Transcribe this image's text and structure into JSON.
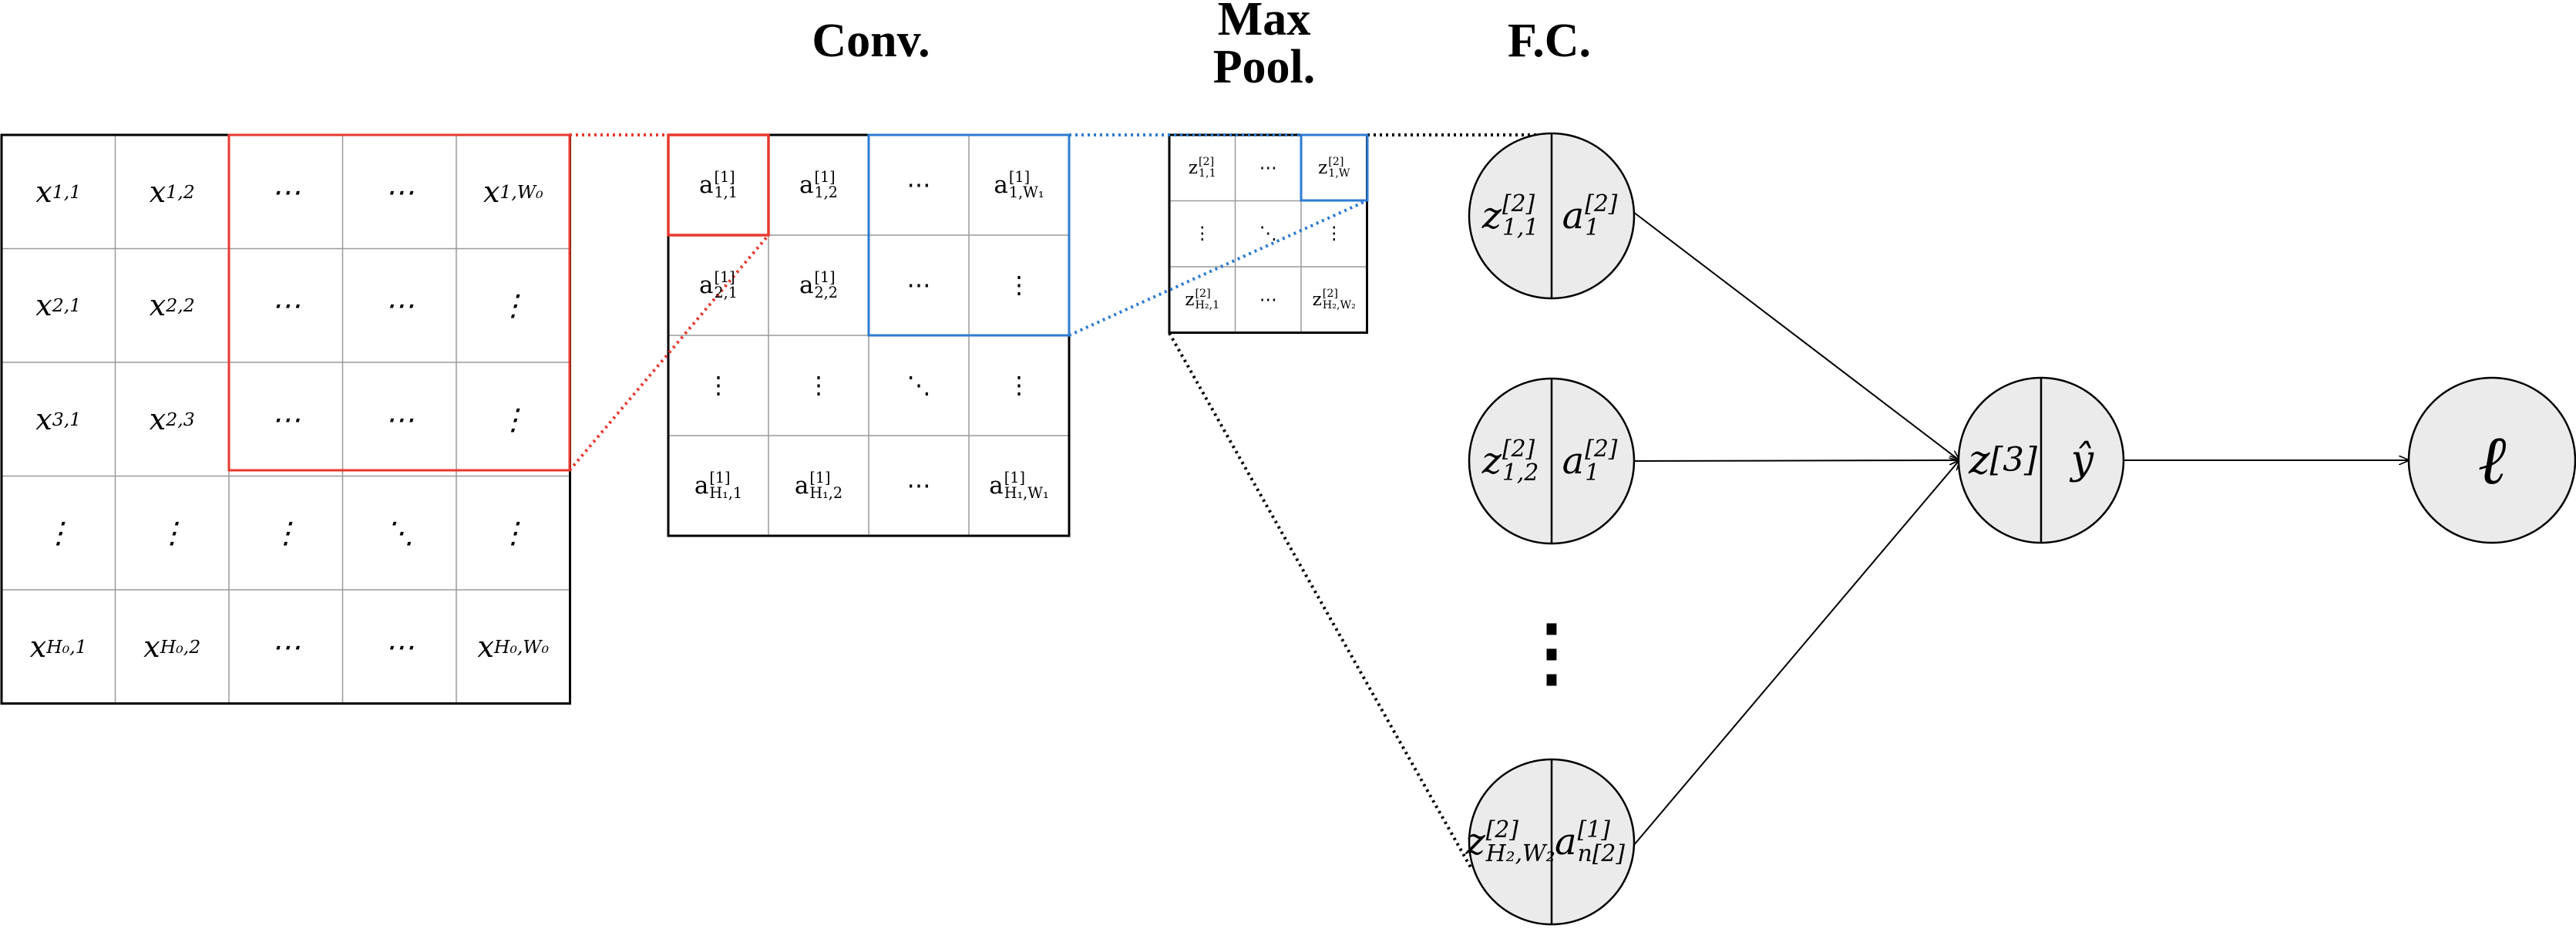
{
  "headers": {
    "conv": "Conv.",
    "maxpool": "Max\nPool.",
    "fc": "F.C."
  },
  "colors": {
    "red_window": "#e8392e",
    "blue_window": "#2e7bd1",
    "node_fill": "#ebebeb",
    "grid_line": "#9a9a9a"
  },
  "input_grid": {
    "rows": [
      [
        {
          "b": "x",
          "s": "1,1"
        },
        {
          "b": "x",
          "s": "1,2"
        },
        {
          "b": "⋯"
        },
        {
          "b": "⋯"
        },
        {
          "b": "x",
          "s": "1,W₀"
        }
      ],
      [
        {
          "b": "x",
          "s": "2,1"
        },
        {
          "b": "x",
          "s": "2,2"
        },
        {
          "b": "⋯"
        },
        {
          "b": "⋯"
        },
        {
          "b": "⋮"
        }
      ],
      [
        {
          "b": "x",
          "s": "3,1"
        },
        {
          "b": "x",
          "s": "2,3"
        },
        {
          "b": "⋯"
        },
        {
          "b": "⋯"
        },
        {
          "b": "⋮"
        }
      ],
      [
        {
          "b": "⋮"
        },
        {
          "b": "⋮"
        },
        {
          "b": "⋮"
        },
        {
          "b": "⋱"
        },
        {
          "b": "⋮"
        }
      ],
      [
        {
          "b": "x",
          "s": "H₀,1"
        },
        {
          "b": "x",
          "s": "H₀,2"
        },
        {
          "b": "⋯"
        },
        {
          "b": "⋯"
        },
        {
          "b": "x",
          "s": "H₀,W₀"
        }
      ]
    ]
  },
  "conv_grid": {
    "rows": [
      [
        {
          "b": "a",
          "p": "[1]",
          "s": "1,1"
        },
        {
          "b": "a",
          "p": "[1]",
          "s": "1,2"
        },
        {
          "b": "⋯"
        },
        {
          "b": "a",
          "p": "[1]",
          "s": "1,W₁"
        }
      ],
      [
        {
          "b": "a",
          "p": "[1]",
          "s": "2,1"
        },
        {
          "b": "a",
          "p": "[1]",
          "s": "2,2"
        },
        {
          "b": "⋯"
        },
        {
          "b": "⋮"
        }
      ],
      [
        {
          "b": "⋮"
        },
        {
          "b": "⋮"
        },
        {
          "b": "⋱"
        },
        {
          "b": "⋮"
        }
      ],
      [
        {
          "b": "a",
          "p": "[1]",
          "s": "H₁,1"
        },
        {
          "b": "a",
          "p": "[1]",
          "s": "H₁,2"
        },
        {
          "b": "⋯"
        },
        {
          "b": "a",
          "p": "[1]",
          "s": "H₁,W₁"
        }
      ]
    ]
  },
  "pool_grid": {
    "rows": [
      [
        {
          "b": "z",
          "p": "[2]",
          "s": "1,1"
        },
        {
          "b": "⋯"
        },
        {
          "b": "z",
          "p": "[2]",
          "s": "1,W"
        }
      ],
      [
        {
          "b": "⋮"
        },
        {
          "b": "⋱"
        },
        {
          "b": "⋮"
        }
      ],
      [
        {
          "b": "z",
          "p": "[2]",
          "s": "H₂,1"
        },
        {
          "b": "⋯"
        },
        {
          "b": "z",
          "p": "[2]",
          "s": "H₂,W₂"
        }
      ]
    ]
  },
  "fc_nodes": [
    {
      "left": {
        "b": "z",
        "p": "[2]",
        "s": "1,1"
      },
      "right": {
        "b": "a",
        "p": "[2]",
        "s": "1"
      }
    },
    {
      "left": {
        "b": "z",
        "p": "[2]",
        "s": "1,2"
      },
      "right": {
        "b": "a",
        "p": "[2]",
        "s": "1"
      }
    },
    {
      "left": {
        "b": "z",
        "p": "[2]",
        "s": "H₂,W₂"
      },
      "right": {
        "b": "a",
        "p": "[1]",
        "s": "n[2]"
      }
    }
  ],
  "ellipsis": "⋮",
  "output_node": {
    "left": {
      "b": "z",
      "p": "[3]"
    },
    "right": {
      "b": "ŷ"
    }
  },
  "loss_node": {
    "label": "ℓ"
  }
}
